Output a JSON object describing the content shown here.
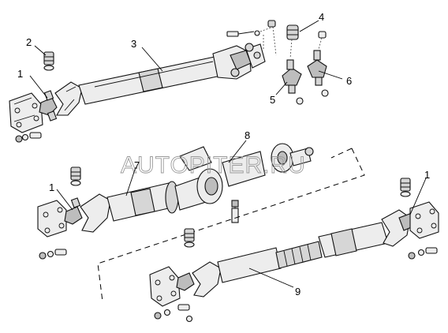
{
  "watermark": "AUTOPITER.RU",
  "callouts": [
    {
      "id": "c1a",
      "text": "1"
    },
    {
      "id": "c2",
      "text": "2"
    },
    {
      "id": "c3",
      "text": "3"
    },
    {
      "id": "c4",
      "text": "4"
    },
    {
      "id": "c5",
      "text": "5"
    },
    {
      "id": "c6",
      "text": "6"
    },
    {
      "id": "c7",
      "text": "7"
    },
    {
      "id": "c8",
      "text": "8"
    },
    {
      "id": "c1b",
      "text": "1"
    },
    {
      "id": "c1c",
      "text": "1"
    },
    {
      "id": "c9",
      "text": "9"
    }
  ]
}
